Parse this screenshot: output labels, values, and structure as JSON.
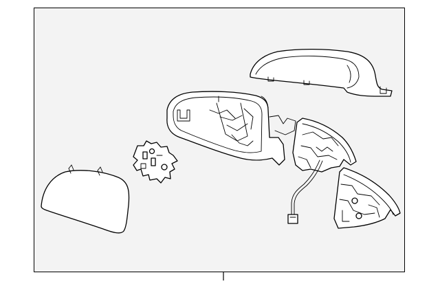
{
  "diagram": {
    "type": "exploded-parts-illustration",
    "subject": "outside-rearview-mirror-assembly",
    "colors": {
      "background": "#ffffff",
      "frame_fill": "#f3f3f3",
      "line": "#000000"
    },
    "parts": [
      "mirror-glass",
      "glass-backing-plate",
      "mirror-housing",
      "mirror-cover-cap",
      "mounting-base-with-wiring",
      "sail-trim-panel"
    ]
  }
}
